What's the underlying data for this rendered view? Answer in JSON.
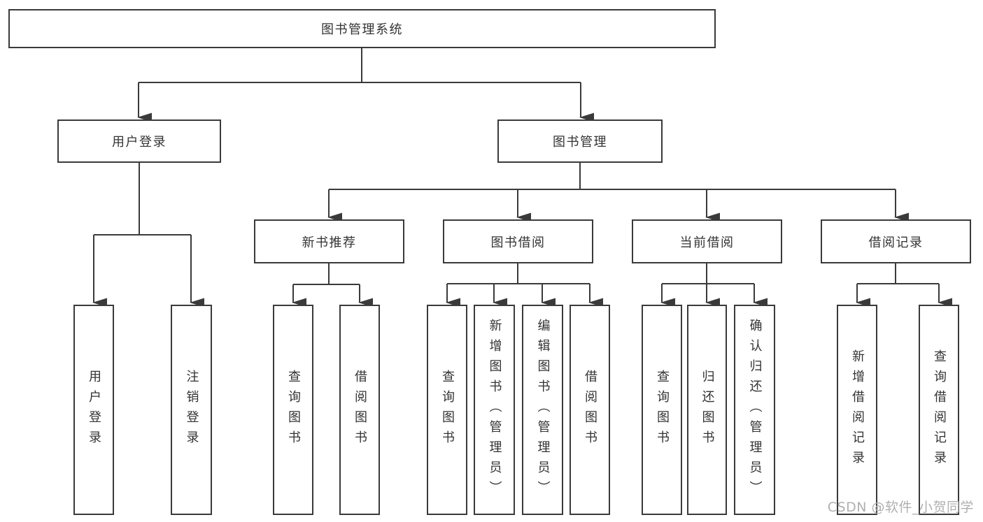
{
  "diagram": {
    "root": {
      "label": "图书管理系统"
    },
    "branches": [
      {
        "label": "用户登录",
        "children": [
          {
            "label": "用户登录"
          },
          {
            "label": "注销登录"
          }
        ]
      },
      {
        "label": "图书管理",
        "children": [
          {
            "label": "新书推荐",
            "children": [
              {
                "label": "查询图书"
              },
              {
                "label": "借阅图书"
              }
            ]
          },
          {
            "label": "图书借阅",
            "children": [
              {
                "label": "查询图书"
              },
              {
                "label": "新增图书（管理员）"
              },
              {
                "label": "编辑图书（管理员）"
              },
              {
                "label": "借阅图书"
              }
            ]
          },
          {
            "label": "当前借阅",
            "children": [
              {
                "label": "查询图书"
              },
              {
                "label": "归还图书"
              },
              {
                "label": "确认归还（管理员）"
              }
            ]
          },
          {
            "label": "借阅记录",
            "children": [
              {
                "label": "新增借阅记录"
              },
              {
                "label": "查询借阅记录"
              }
            ]
          }
        ]
      }
    ]
  },
  "watermark": {
    "text": "CSDN @软件_小贺同学"
  },
  "colors": {
    "line": "#3a3a3a",
    "text": "#333333",
    "box_background": "#ffffff",
    "watermark": "#b0b0b0",
    "page_background": "#ffffff"
  }
}
